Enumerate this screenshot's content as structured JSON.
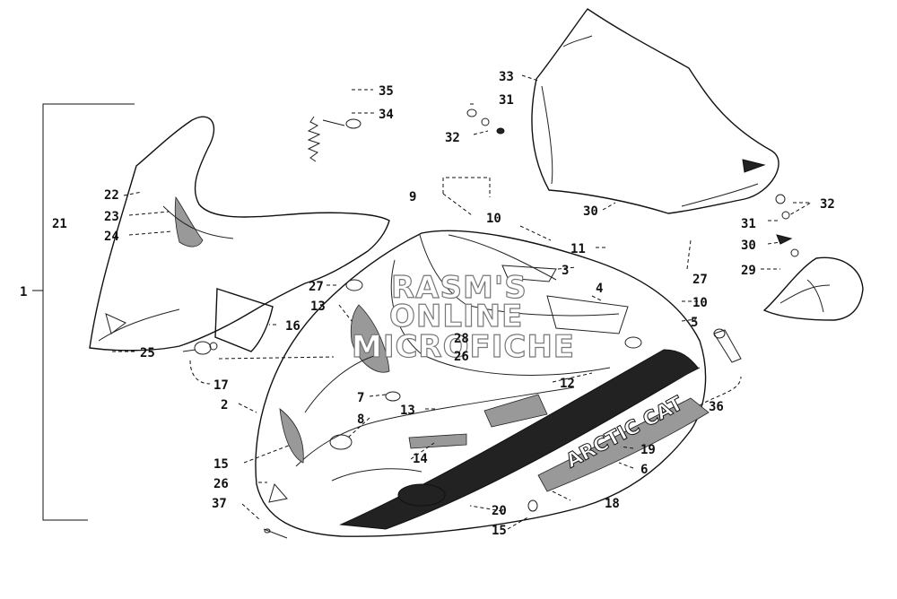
{
  "watermark": {
    "line1": "RASM'S",
    "line2": "ONLINE",
    "line3": "MICROFICHE"
  },
  "decal_text": "ARCTIC CAT",
  "callouts": [
    {
      "id": "c1",
      "label": "1"
    },
    {
      "id": "c2",
      "label": "2"
    },
    {
      "id": "c3",
      "label": "3"
    },
    {
      "id": "c4",
      "label": "4"
    },
    {
      "id": "c5",
      "label": "5"
    },
    {
      "id": "c6",
      "label": "6"
    },
    {
      "id": "c7",
      "label": "7"
    },
    {
      "id": "c8",
      "label": "8"
    },
    {
      "id": "c9",
      "label": "9"
    },
    {
      "id": "c10a",
      "label": "10"
    },
    {
      "id": "c10b",
      "label": "10"
    },
    {
      "id": "c11",
      "label": "11"
    },
    {
      "id": "c12",
      "label": "12"
    },
    {
      "id": "c13a",
      "label": "13"
    },
    {
      "id": "c13b",
      "label": "13"
    },
    {
      "id": "c14",
      "label": "14"
    },
    {
      "id": "c15a",
      "label": "15"
    },
    {
      "id": "c15b",
      "label": "15"
    },
    {
      "id": "c16",
      "label": "16"
    },
    {
      "id": "c17",
      "label": "17"
    },
    {
      "id": "c18",
      "label": "18"
    },
    {
      "id": "c19",
      "label": "19"
    },
    {
      "id": "c20",
      "label": "20"
    },
    {
      "id": "c21",
      "label": "21"
    },
    {
      "id": "c22",
      "label": "22"
    },
    {
      "id": "c23",
      "label": "23"
    },
    {
      "id": "c24",
      "label": "24"
    },
    {
      "id": "c25",
      "label": "25"
    },
    {
      "id": "c26a",
      "label": "26"
    },
    {
      "id": "c26b",
      "label": "26"
    },
    {
      "id": "c27a",
      "label": "27"
    },
    {
      "id": "c27b",
      "label": "27"
    },
    {
      "id": "c28",
      "label": "28"
    },
    {
      "id": "c29",
      "label": "29"
    },
    {
      "id": "c30a",
      "label": "30"
    },
    {
      "id": "c30b",
      "label": "30"
    },
    {
      "id": "c31a",
      "label": "31"
    },
    {
      "id": "c31b",
      "label": "31"
    },
    {
      "id": "c32a",
      "label": "32"
    },
    {
      "id": "c32b",
      "label": "32"
    },
    {
      "id": "c33",
      "label": "33"
    },
    {
      "id": "c34",
      "label": "34"
    },
    {
      "id": "c35",
      "label": "35"
    },
    {
      "id": "c36",
      "label": "36"
    },
    {
      "id": "c37",
      "label": "37"
    }
  ]
}
